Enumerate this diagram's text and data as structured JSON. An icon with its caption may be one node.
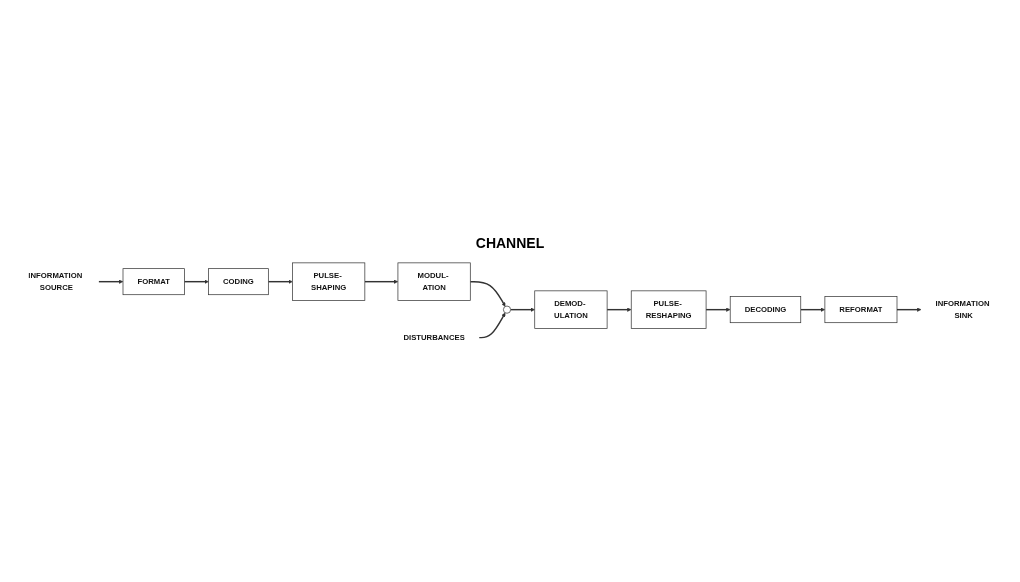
{
  "diagram": {
    "nodes": [
      {
        "text": [
          "INFORMATION SOURCE"
        ]
      },
      {
        "text": [
          "FORMAT"
        ]
      },
      {
        "text": [
          "CODING"
        ]
      },
      {
        "text": [
          "PULSE- SHAPING"
        ]
      },
      {
        "text": [
          "MODUL- ATION"
        ]
      },
      {
        "text": [],
        "shape": "circle"
      },
      {
        "text": [
          "DISTURBANCES"
        ]
      },
      {
        "text": [
          "DEMOD- ULATION"
        ]
      },
      {
        "text": [
          "PULSE- RESHAPING"
        ]
      },
      {
        "text": [
          "DECODING"
        ]
      },
      {
        "text": [
          "REFORMAT"
        ]
      },
      {
        "text": [
          "INFORMATION SINK"
        ]
      }
    ],
    "edges": [
      {
        "from": 0,
        "to": 1,
        "arrow": "to"
      },
      {
        "from": 1,
        "to": 2,
        "arrow": "to"
      },
      {
        "from": 2,
        "to": 3,
        "arrow": "to"
      },
      {
        "from": 3,
        "to": 4,
        "arrow": "to"
      },
      {
        "from": 4,
        "to": 5,
        "arrow": "to"
      },
      {
        "from": 6,
        "to": 5,
        "arrow": "to"
      },
      {
        "from": 5,
        "to": 7,
        "arrow": "to"
      },
      {
        "from": 7,
        "to": 8,
        "arrow": "to"
      },
      {
        "from": 8,
        "to": 9,
        "arrow": "to"
      },
      {
        "from": 9,
        "to": 10,
        "arrow": "to"
      },
      {
        "from": 10,
        "to": 11,
        "arrow": "to"
      }
    ],
    "labels": [
      "CHANNEL"
    ]
  }
}
